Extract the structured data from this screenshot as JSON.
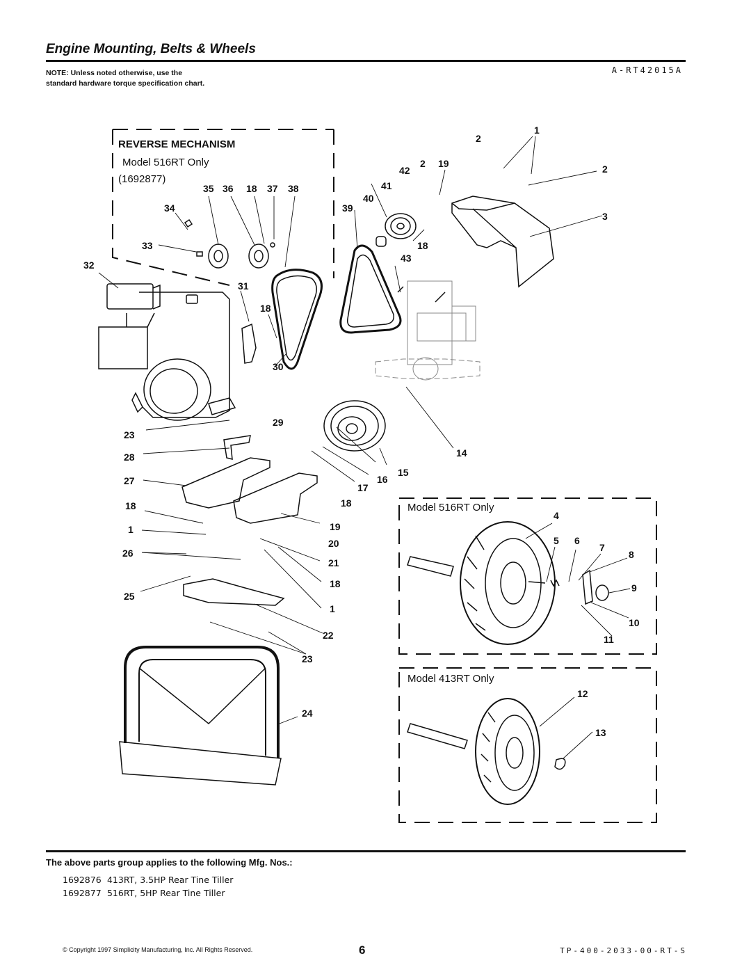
{
  "header": {
    "title": "Engine Mounting, Belts & Wheels",
    "drawing_code": "A-RT42015A",
    "note": "NOTE: Unless noted otherwise, use the standard hardware torque specification chart."
  },
  "boxes": {
    "reverse": {
      "title": "REVERSE MECHANISM",
      "model": "Model 516RT Only",
      "mfg": "(1692877)"
    },
    "wheel_516": {
      "model": "Model 516RT Only"
    },
    "wheel_413": {
      "model": "Model 413RT Only"
    }
  },
  "callouts": {
    "c35": "35",
    "c36": "36",
    "c18a": "18",
    "c37": "37",
    "c38": "38",
    "c34": "34",
    "c33": "33",
    "c32": "32",
    "c31": "31",
    "c18b": "18",
    "c30": "30",
    "c2a": "2",
    "c1a": "1",
    "c42": "42",
    "c2b": "2",
    "c19a": "19",
    "c2c": "2",
    "c41": "41",
    "c40": "40",
    "c39": "39",
    "c3": "3",
    "c18c": "18",
    "c43": "43",
    "c29": "29",
    "c23a": "23",
    "c28": "28",
    "c14": "14",
    "c27": "27",
    "c16": "16",
    "c15": "15",
    "c17": "17",
    "c18d": "18",
    "c18e": "18",
    "c1b": "1",
    "c19b": "19",
    "c26": "26",
    "c20": "20",
    "c21": "21",
    "c18f": "18",
    "c25": "25",
    "c1c": "1",
    "c22": "22",
    "c23b": "23",
    "c24": "24",
    "c4": "4",
    "c5": "5",
    "c6": "6",
    "c7": "7",
    "c8": "8",
    "c9": "9",
    "c10": "10",
    "c11": "11",
    "c12": "12",
    "c13": "13"
  },
  "applies": {
    "heading": "The above parts group applies to the following Mfg. Nos.:",
    "items": [
      {
        "number": "1692876",
        "description": "413RT, 3.5HP Rear Tine Tiller"
      },
      {
        "number": "1692877",
        "description": "516RT, 5HP Rear Tine Tiller"
      }
    ]
  },
  "footer": {
    "copyright": "© Copyright 1997 Simplicity Manufacturing, Inc. All Rights Reserved.",
    "page_number": "6",
    "doc_code": "TP-400-2033-00-RT-S"
  }
}
